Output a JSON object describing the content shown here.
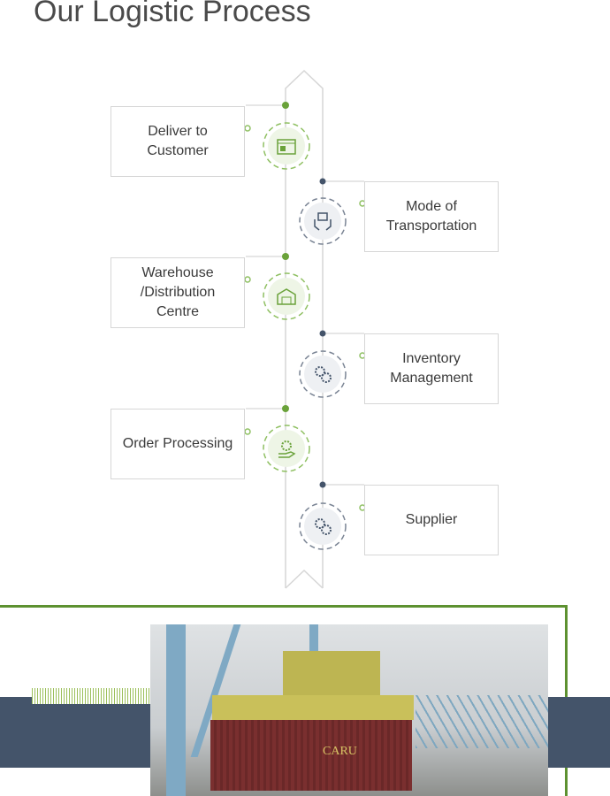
{
  "title": "Our Logistic Process",
  "steps": [
    {
      "label": "Deliver to\nCustomer",
      "icon": "store-icon",
      "side": "left"
    },
    {
      "label": "Mode of\nTransportation",
      "icon": "hands-box-icon",
      "side": "right"
    },
    {
      "label": "Warehouse\n/Distribution\nCentre",
      "icon": "warehouse-icon",
      "side": "left"
    },
    {
      "label": "Inventory\nManagement",
      "icon": "gears-icon",
      "side": "right"
    },
    {
      "label": "Order Processing",
      "icon": "hand-gear-icon",
      "side": "left"
    },
    {
      "label": "Supplier",
      "icon": "gears-icon",
      "side": "right"
    }
  ],
  "photo": {
    "container_text": "CARU"
  },
  "colors": {
    "green": "#6aa23a",
    "navy": "#44546a",
    "line": "#d6d6d6",
    "dark_dot": "#44546a"
  }
}
